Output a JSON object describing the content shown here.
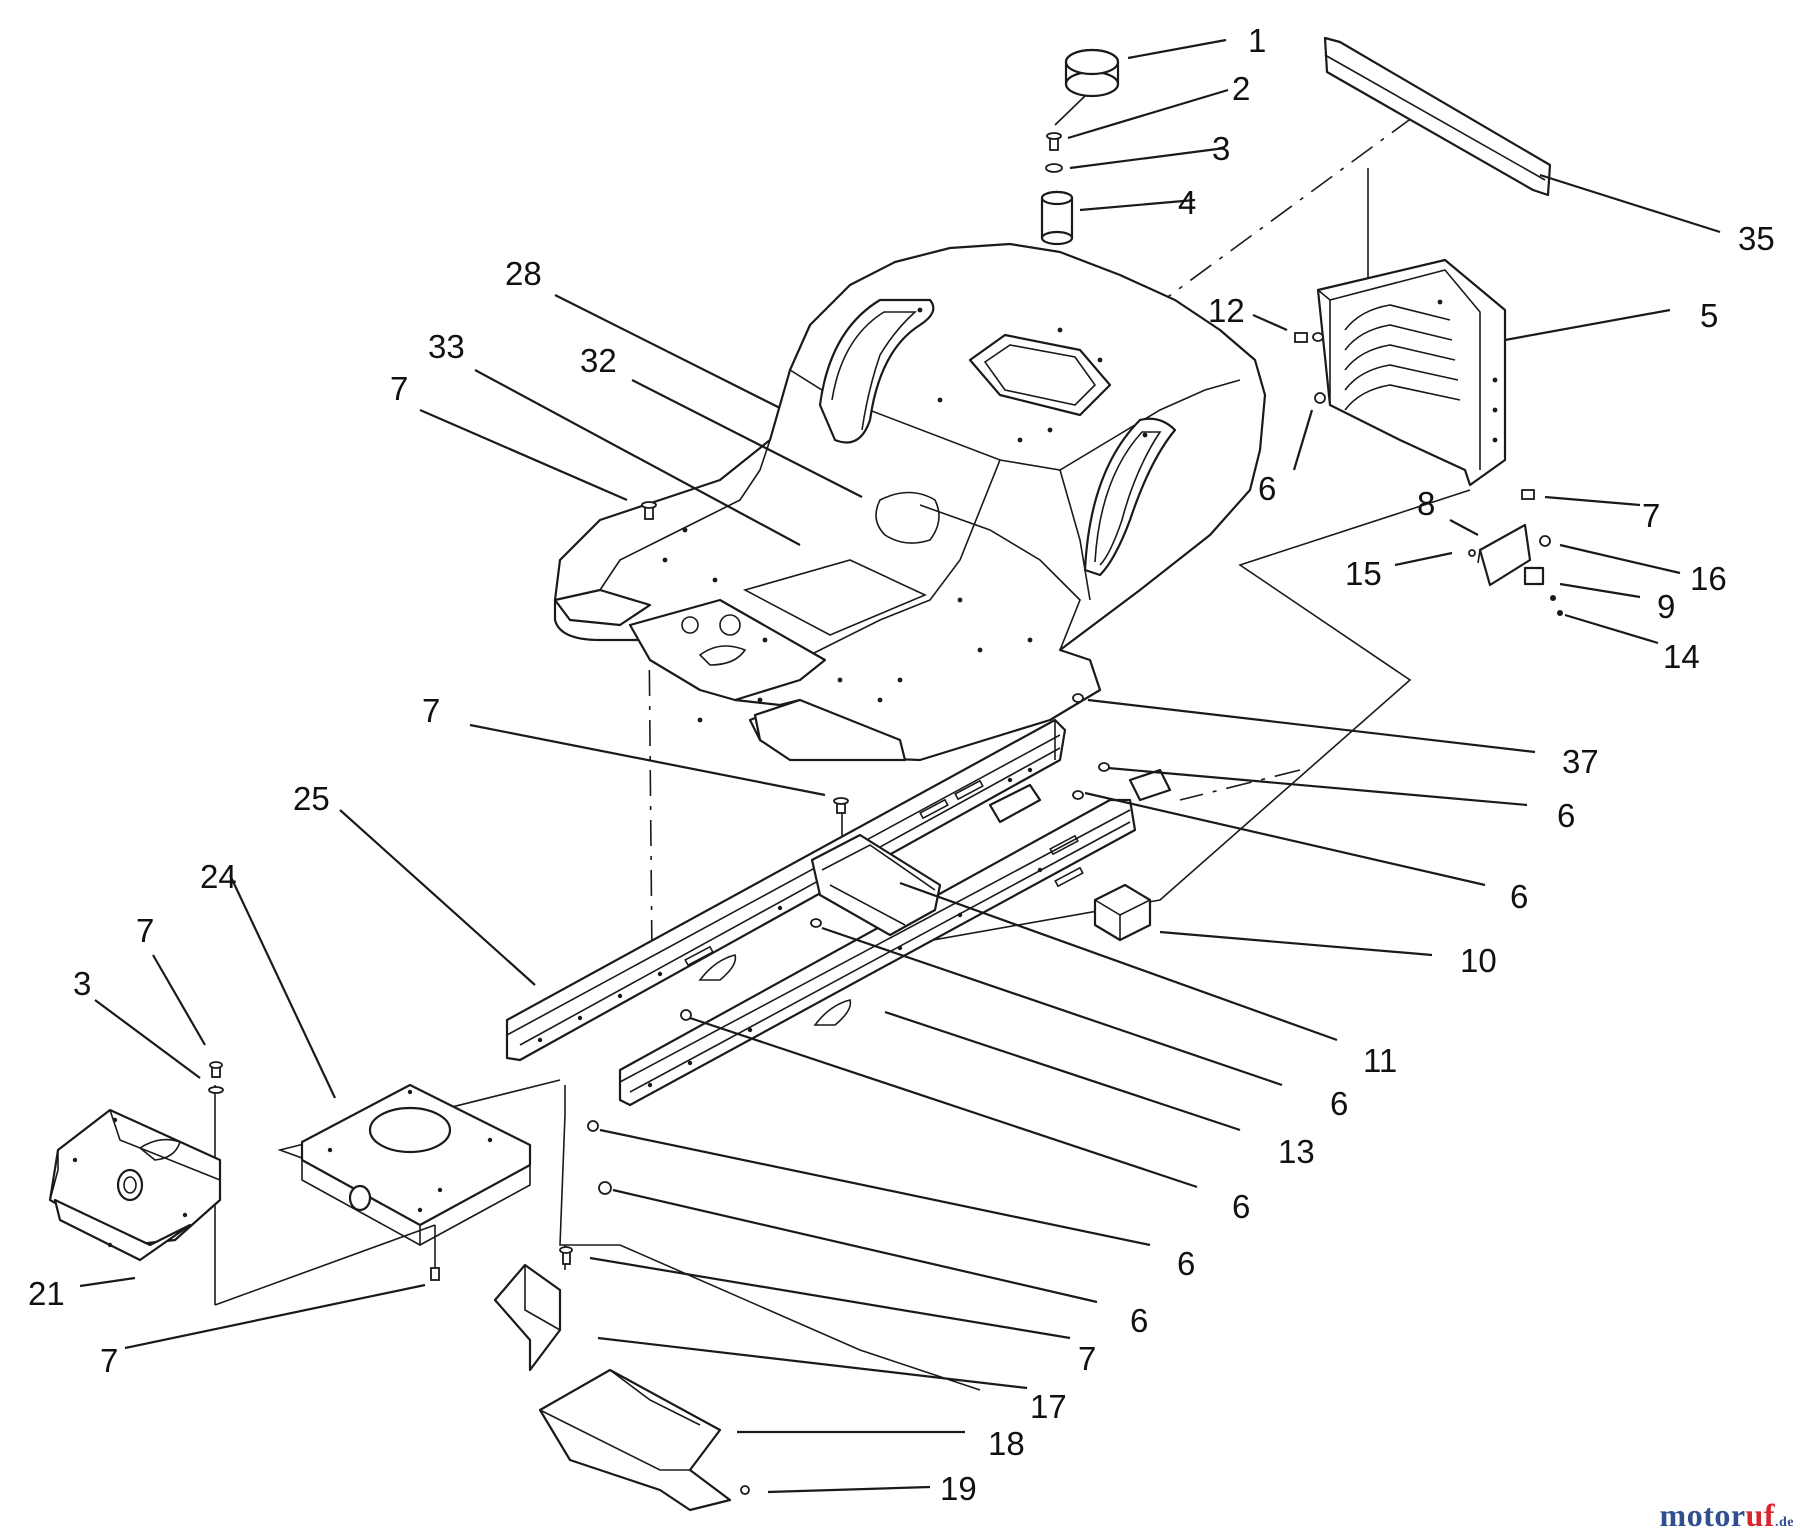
{
  "callouts": {
    "c1": "1",
    "c2": "2",
    "c3a": "3",
    "c4": "4",
    "c35": "35",
    "c28": "28",
    "c33": "33",
    "c32": "32",
    "c7a": "7",
    "c12": "12",
    "c5": "5",
    "c6a": "6",
    "c7b": "7",
    "c8": "8",
    "c15": "15",
    "c16": "16",
    "c9": "9",
    "c14": "14",
    "c7c": "7",
    "c37": "37",
    "c6b": "6",
    "c25": "25",
    "c6c": "6",
    "c24": "24",
    "c10": "10",
    "c7d": "7",
    "c3b": "3",
    "c11": "11",
    "c6d": "6",
    "c13": "13",
    "c6e": "6",
    "c6f": "6",
    "c21": "21",
    "c6g": "6",
    "c7e": "7",
    "c7f": "7",
    "c17": "17",
    "c18": "18",
    "c19": "19"
  },
  "watermark": {
    "part1": "motor",
    "part2": "uf",
    "part3": ".de"
  },
  "colors": {
    "ink": "#1a1a1a",
    "paper": "#ffffff",
    "watermark_blue": "#2f4f8f",
    "watermark_red": "#d7262e"
  }
}
